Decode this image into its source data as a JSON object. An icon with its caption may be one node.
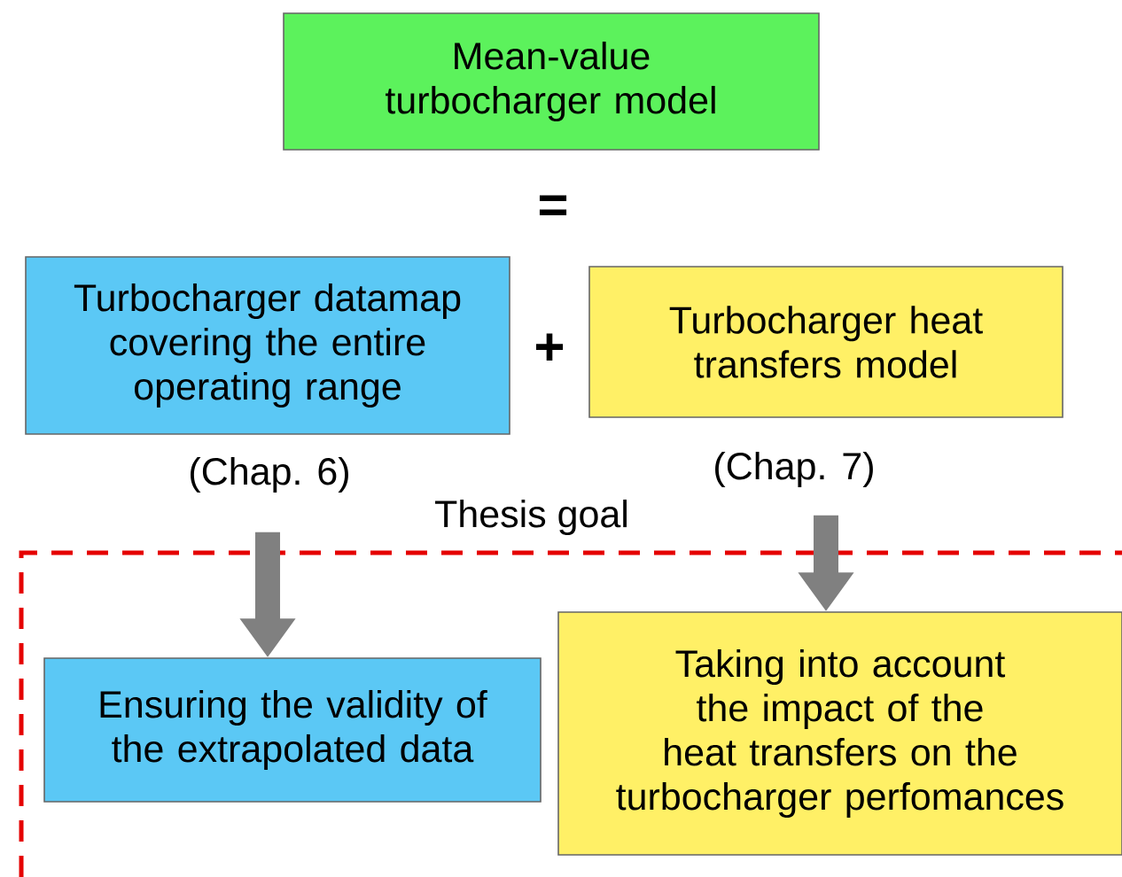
{
  "diagram": {
    "nodes": [
      {
        "text": [
          "Mean-value turbocharger model"
        ]
      },
      {
        "text": [
          "Turbocharger datamap covering the entire operating range"
        ],
        "beside": [
          "(Chap. 6)"
        ]
      },
      {
        "text": [
          "Turbocharger heat transfers model"
        ],
        "beside": [
          "(Chap. 7)"
        ]
      },
      {
        "text": [
          "Thesis goal"
        ]
      },
      {
        "text": [
          "Ensuring the validity of the extrapolated data"
        ],
        "in": 3
      },
      {
        "text": [
          "Taking into account the impact of the heat transfers on the turbocharger perfomances"
        ],
        "in": 3
      }
    ],
    "edges": [
      {
        "from": 1,
        "to": 4,
        "arrow": "to"
      },
      {
        "from": 2,
        "to": 5,
        "arrow": "to"
      }
    ],
    "labels": [
      "=",
      "+"
    ]
  }
}
